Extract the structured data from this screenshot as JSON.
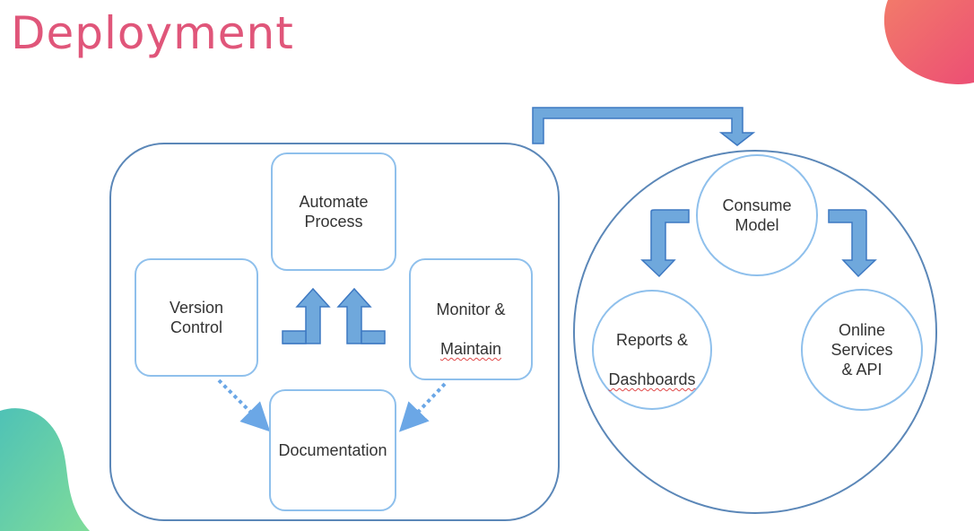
{
  "slide": {
    "title": "Deployment"
  },
  "colors": {
    "title": "#e0567a",
    "box_border": "#8fc0ec",
    "container_border": "#5b87b8",
    "arrow_fill": "#6fa8dc",
    "arrow_stroke": "#3d78c2",
    "dotted_arrow": "#6ba7e6"
  },
  "left_panel": {
    "automate_process": "Automate\nProcess",
    "version_control": "Version\nControl",
    "monitor_line1": "Monitor &",
    "monitor_line2": "Maintain",
    "documentation": "Documentation"
  },
  "right_panel": {
    "consume_model": "Consume\nModel",
    "reports_line1": "Reports &",
    "reports_line2": "Dashboards",
    "online_services": "Online\nServices\n& API"
  }
}
